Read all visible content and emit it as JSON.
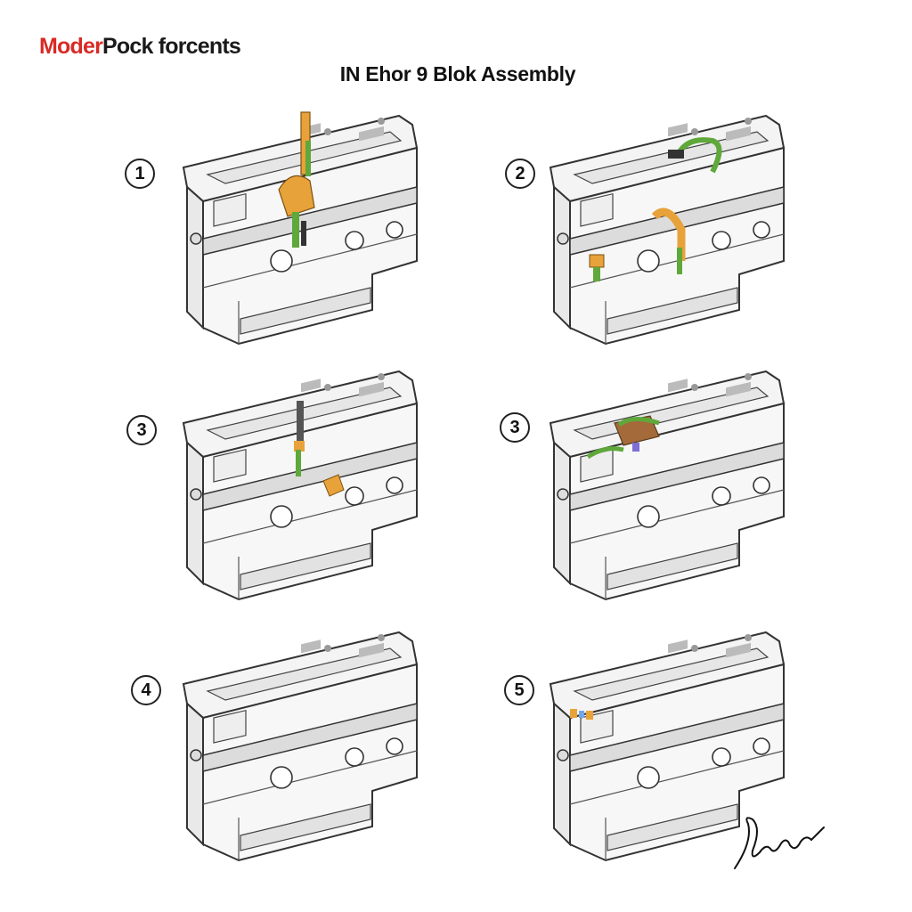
{
  "header": {
    "brand_part1": "Moder",
    "brand_part2": "Pock forcents",
    "title": "IN Ehor 9 Blok Assembly"
  },
  "colors": {
    "brand_red": "#d92a25",
    "brand_dark": "#1a1a1a",
    "hose_green": "#5fa83a",
    "part_orange": "#e8a23a",
    "line": "#333333",
    "shade": "#cfcfcf"
  },
  "steps": [
    {
      "label": "1",
      "parts": "orange-vertical-pipe"
    },
    {
      "label": "2",
      "parts": "green-hose-orange-elbow"
    },
    {
      "label": "3",
      "parts": "dipstick-small-orange-fitting"
    },
    {
      "label": "3",
      "parts": "green-hose-brown-manifold"
    },
    {
      "label": "4",
      "parts": "none"
    },
    {
      "label": "5",
      "parts": "small-yellow-fittings"
    }
  ],
  "signature": "signature-scribble"
}
